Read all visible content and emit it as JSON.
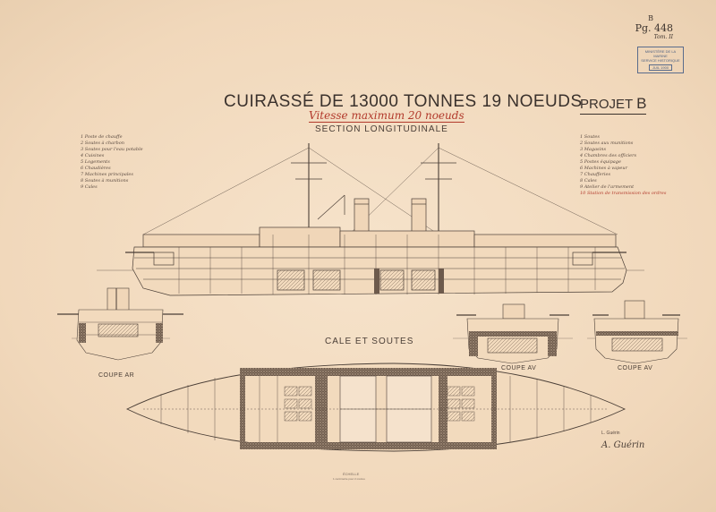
{
  "ref": {
    "b": "B",
    "code": "Pg. 448",
    "tome": "Tom. II"
  },
  "stamp": {
    "lines": [
      "MINISTÈRE DE LA",
      "MARINE",
      "SERVICE HISTORIQUE"
    ],
    "date": "JUIL 1900"
  },
  "title": "CUIRASSÉ DE 13000 TONNES 19 NOEUDS",
  "subtitle": "Vitesse maximum 20 noeuds",
  "project": {
    "prefix": "PROJET",
    "letter": "B"
  },
  "section_label": "SECTION LONGITUDINALE",
  "cale_label": "CALE ET SOUTES",
  "coupes": {
    "ar": "COUPE AR",
    "av": "COUPE AV",
    "mid": "COUPE AV"
  },
  "legend_left": [
    "1 Poste de chauffe",
    "2 Soutes à charbon",
    "3 Soutes pour l'eau potable",
    "4 Cuisines",
    "5 Logements",
    "6 Chaudières",
    "7 Machines principales",
    "8 Soutes à munitions",
    "9 Cales"
  ],
  "legend_right": [
    "1 Soutes",
    "2 Soutes aux munitions",
    "3 Magasins",
    "4 Chambres des officiers",
    "5 Postes équipage",
    "6 Machines à vapeur",
    "7 Chaufferies",
    "8 Cales",
    "9 Atelier de l'armement",
    "10 Station de transmission des ordres"
  ],
  "signature": {
    "line1": "L. Guérin",
    "line2": "A. Guérin"
  },
  "scale": {
    "line1": "ÉCHELLE",
    "line2": "1 centimètre pour 2 mètres"
  }
}
